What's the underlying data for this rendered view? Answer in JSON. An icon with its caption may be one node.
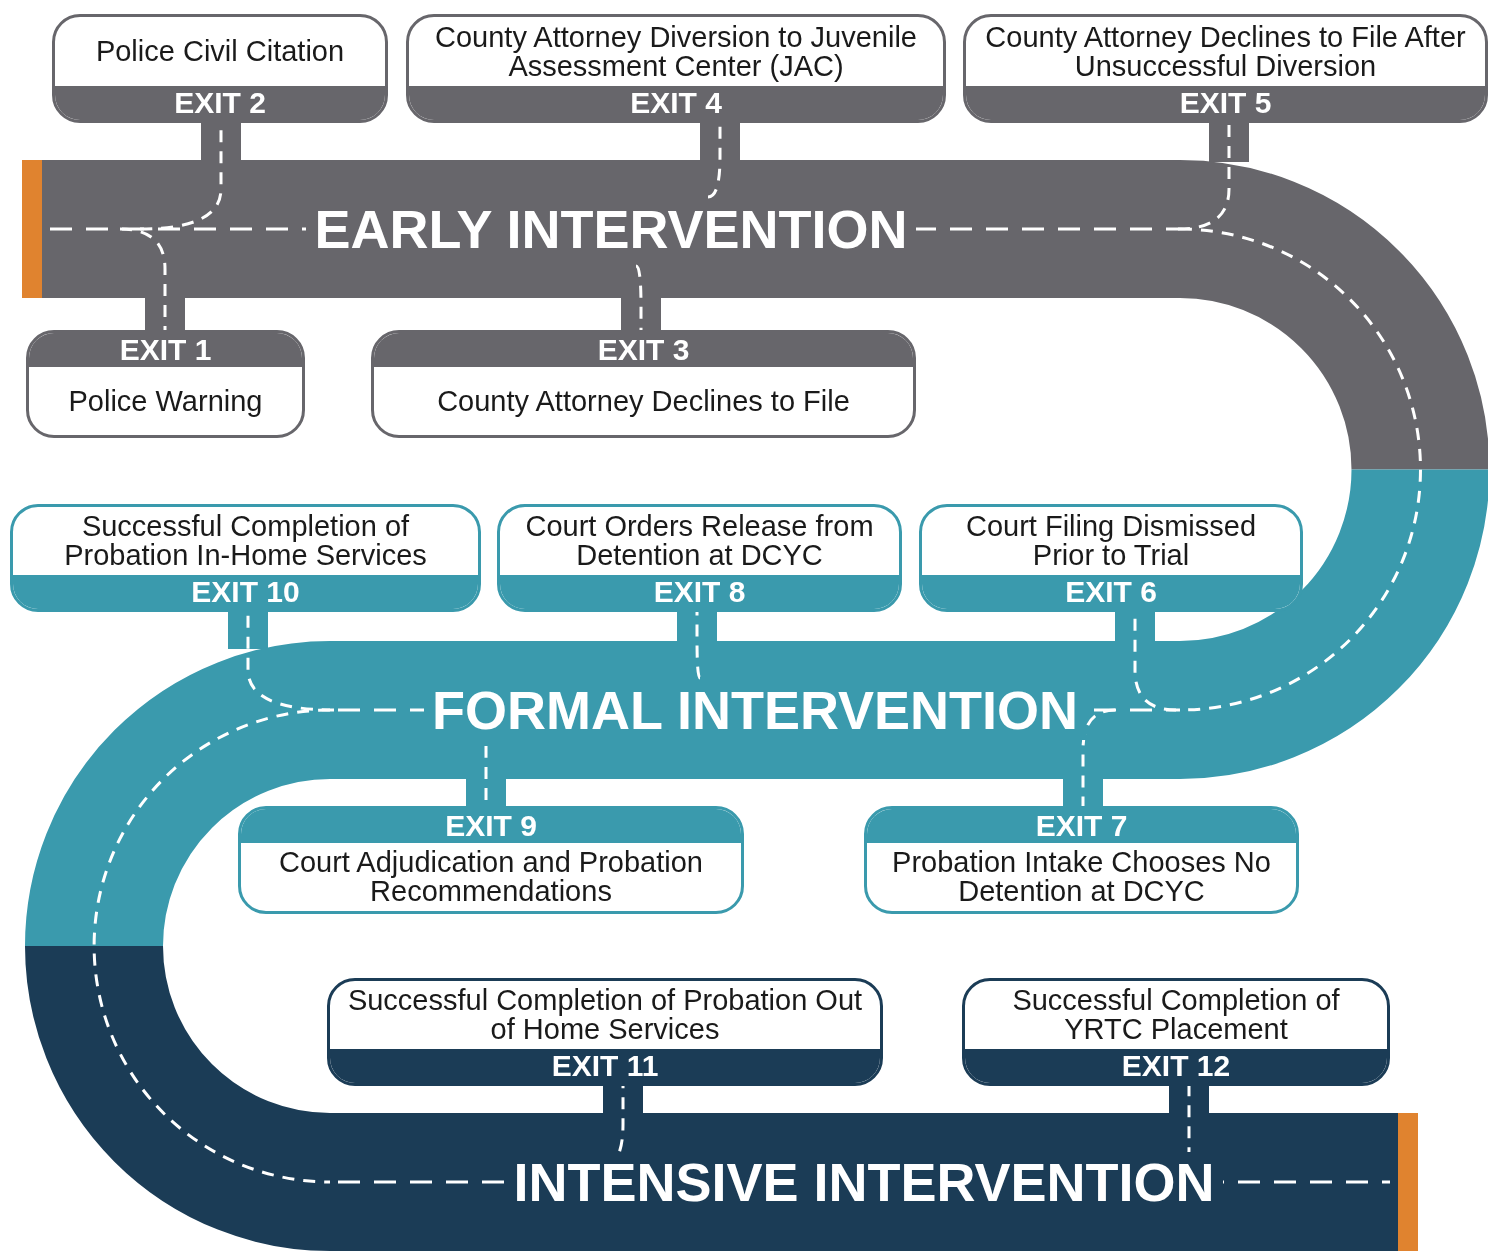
{
  "diagram": {
    "nodes": [
      {
        "text": [
          "Police Civil Citation",
          "EXIT 2"
        ]
      },
      {
        "text": [
          "County Attorney Diversion to Juvenile Assessment Center (JAC)",
          "EXIT 4"
        ]
      },
      {
        "text": [
          "County Attorney Declines to File After Unsuccessful Diversion",
          "EXIT 5"
        ]
      },
      {
        "text": [
          "EARLY INTERVENTION"
        ]
      },
      {
        "text": [
          "EXIT 1",
          "Police Warning"
        ]
      },
      {
        "text": [
          "EXIT 3",
          "County Attorney Declines to File"
        ]
      },
      {
        "text": [
          "Successful Completion of Probation In-Home Services",
          "EXIT 10"
        ]
      },
      {
        "text": [
          "Court Orders Release from Detention at DCYC",
          "EXIT 8"
        ]
      },
      {
        "text": [
          "Court Filing Dismissed Prior to Trial",
          "EXIT 6"
        ]
      },
      {
        "text": [
          "FORMAL INTERVENTION"
        ]
      },
      {
        "text": [
          "EXIT 9",
          "Court Adjudication and Probation Recommendations"
        ]
      },
      {
        "text": [
          "EXIT 7",
          "Probation Intake Chooses No Detention at DCYC"
        ]
      },
      {
        "text": [
          "Successful Completion of Probation Out of Home Services",
          "EXIT 11"
        ]
      },
      {
        "text": [
          "Successful Completion of YRTC Placement",
          "EXIT 12"
        ]
      },
      {
        "text": [
          "INTENSIVE INTERVENTION"
        ]
      }
    ],
    "edges": [
      {
        "from": 3,
        "to": 0,
        "arrow": "none",
        "style": "dashed"
      },
      {
        "from": 3,
        "to": 1,
        "arrow": "none",
        "style": "dashed"
      },
      {
        "from": 3,
        "to": 2,
        "arrow": "none",
        "style": "dashed"
      },
      {
        "from": 3,
        "to": 4,
        "arrow": "none",
        "style": "dashed"
      },
      {
        "from": 3,
        "to": 5,
        "arrow": "none",
        "style": "dashed"
      },
      {
        "from": 9,
        "to": 6,
        "arrow": "none",
        "style": "dashed"
      },
      {
        "from": 9,
        "to": 7,
        "arrow": "none",
        "style": "dashed"
      },
      {
        "from": 9,
        "to": 8,
        "arrow": "none",
        "style": "dashed"
      },
      {
        "from": 9,
        "to": 10,
        "arrow": "none",
        "style": "dashed"
      },
      {
        "from": 9,
        "to": 11,
        "arrow": "none",
        "style": "dashed"
      },
      {
        "from": 14,
        "to": 12,
        "arrow": "none",
        "style": "dashed"
      },
      {
        "from": 14,
        "to": 13,
        "arrow": "none",
        "style": "dashed"
      },
      {
        "from": 3,
        "to": 9,
        "arrow": "none",
        "style": "dashed"
      },
      {
        "from": 9,
        "to": 14,
        "arrow": "none",
        "style": "dashed"
      }
    ]
  }
}
